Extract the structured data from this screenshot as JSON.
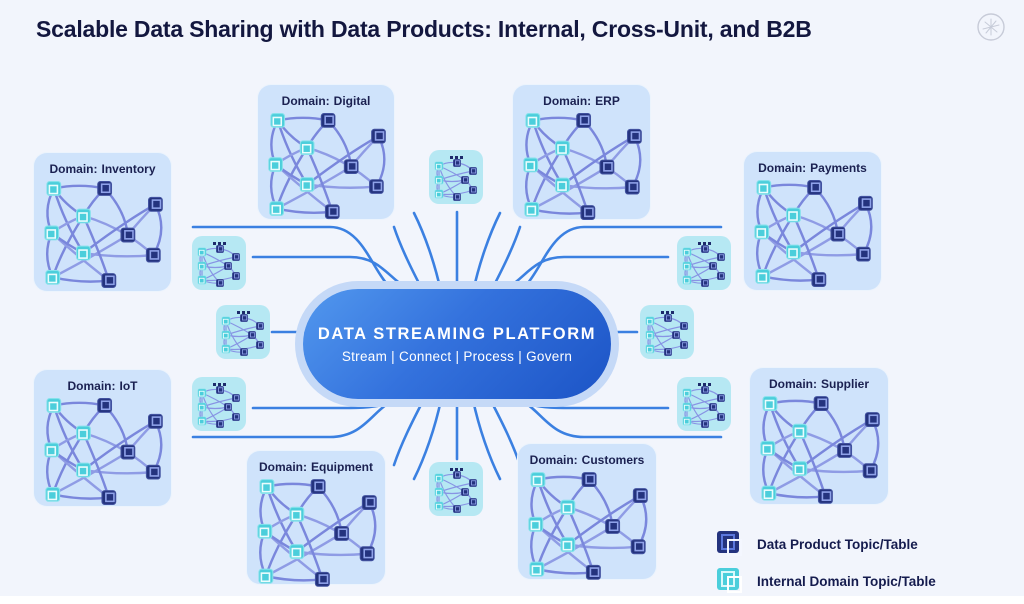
{
  "title": "Scalable Data Sharing with Data Products: Internal, Cross-Unit, and B2B",
  "platform": {
    "title": "DATA STREAMING PLATFORM",
    "subtitle": "Stream | Connect | Process | Govern"
  },
  "domains": [
    {
      "prefix": "Domain:",
      "name": "Inventory"
    },
    {
      "prefix": "Domain:",
      "name": "Digital"
    },
    {
      "prefix": "Domain:",
      "name": "ERP"
    },
    {
      "prefix": "Domain:",
      "name": "Payments"
    },
    {
      "prefix": "Domain:",
      "name": "IoT"
    },
    {
      "prefix": "Domain:",
      "name": "Equipment"
    },
    {
      "prefix": "Domain:",
      "name": "Customers"
    },
    {
      "prefix": "Domain:",
      "name": "Supplier"
    }
  ],
  "legend": {
    "items": [
      {
        "label": "Data Product Topic/Table",
        "color": "#24337e"
      },
      {
        "label": "Internal Domain Topic/Table",
        "color": "#4bcedb"
      }
    ]
  },
  "icons": {
    "logo_badge": "pinwheel-icon",
    "cluster": "mini-network-icon",
    "data_product_node": "stacked-table-icon-navy",
    "internal_node": "stacked-table-icon-teal"
  },
  "colors": {
    "background": "#f2f5fc",
    "domain_box": "#cfe3fb",
    "cluster_box": "#b6e8f3",
    "platform_gradient_start": "#5298ee",
    "platform_gradient_end": "#1c54c6",
    "platform_halo": "#c5d9f7",
    "connection_line": "#3b80e1",
    "network_edge": "#7a87dc",
    "node_navy": "#24337e",
    "node_teal": "#4bcedb",
    "text_dark": "#13173f"
  }
}
